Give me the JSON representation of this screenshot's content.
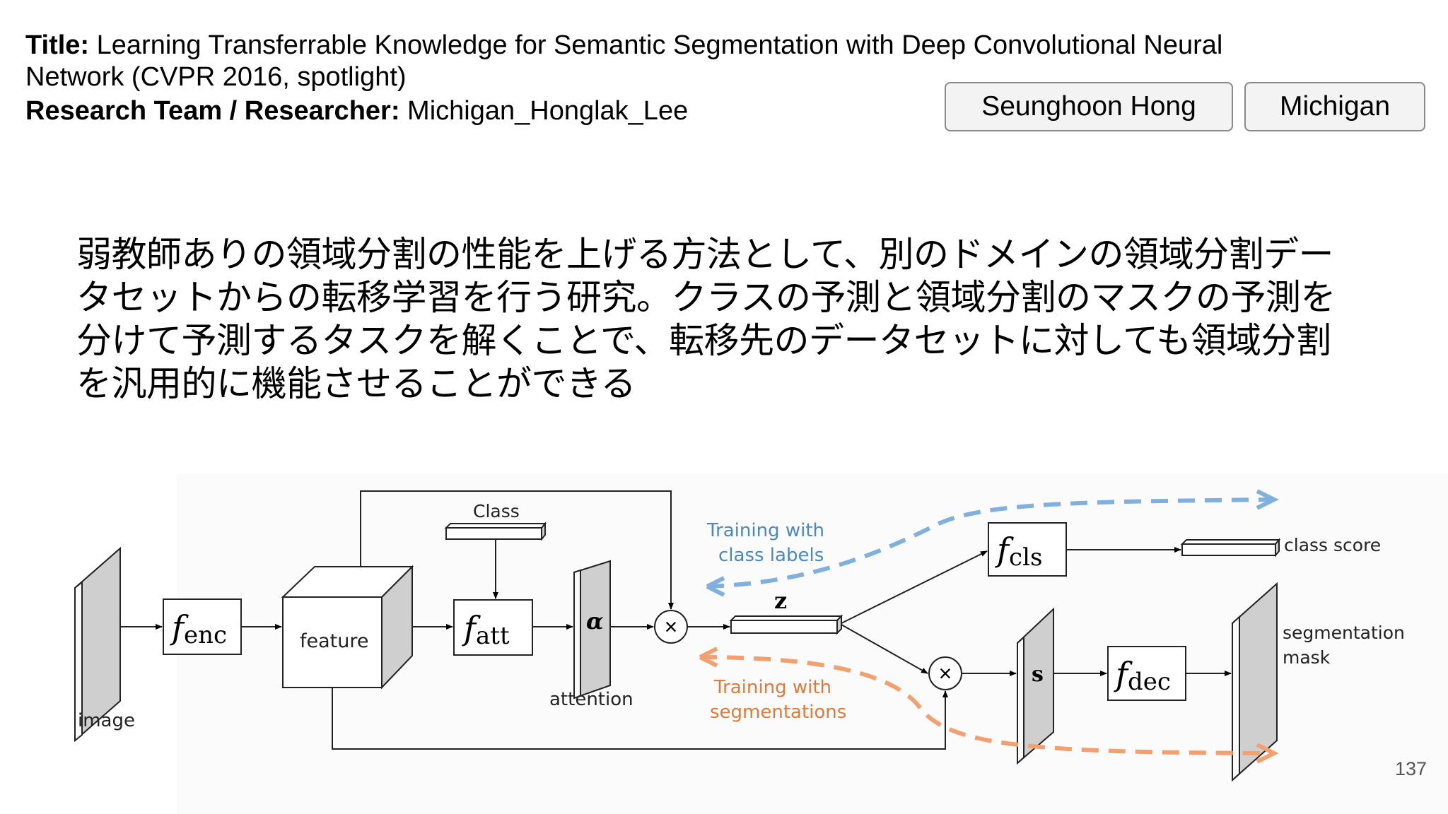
{
  "header": {
    "title_label": "Title:",
    "title_text": "Learning Transferrable Knowledge for Semantic Segmentation with Deep Convolutional Neural Network (CVPR 2016, spotlight)",
    "team_label": "Research Team / Researcher:",
    "team_value": "Michigan_Honglak_Lee"
  },
  "tags": {
    "person": "Seunghoon Hong",
    "organization": "Michigan"
  },
  "summary": "弱教師ありの領域分割の性能を上げる方法として、別のドメインの領域分割データセットからの転移学習を行う研究。クラスの予測と領域分割のマスクの予測を分けて予測するタスクを解くことで、転移先のデータセットに対しても領域分割を汎用的に機能させることができる",
  "diagram": {
    "image_label": "image",
    "f_enc_main": "f",
    "f_enc_sub": "enc",
    "feature_label": "feature",
    "class_label": "Class",
    "f_att_main": "f",
    "f_att_sub": "att",
    "alpha_label": "α",
    "attention_label": "attention",
    "multiply_symbol": "×",
    "z_label": "z",
    "f_cls_main": "f",
    "f_cls_sub": "cls",
    "class_score_label": "class score",
    "s_label": "s",
    "f_dec_main": "f",
    "f_dec_sub": "dec",
    "segmentation_mask_line1": "segmentation",
    "segmentation_mask_line2": "mask",
    "training_class_line1": "Training with",
    "training_class_line2": "class labels",
    "training_seg_line1": "Training with",
    "training_seg_line2": "segmentations",
    "colors": {
      "class_training": "#7fb0de",
      "class_training_text": "#4a88c4",
      "seg_training": "#f2a070",
      "seg_training_text": "#e07a3c",
      "panel_gray": "#cfcfcf"
    }
  },
  "page_number": "137"
}
